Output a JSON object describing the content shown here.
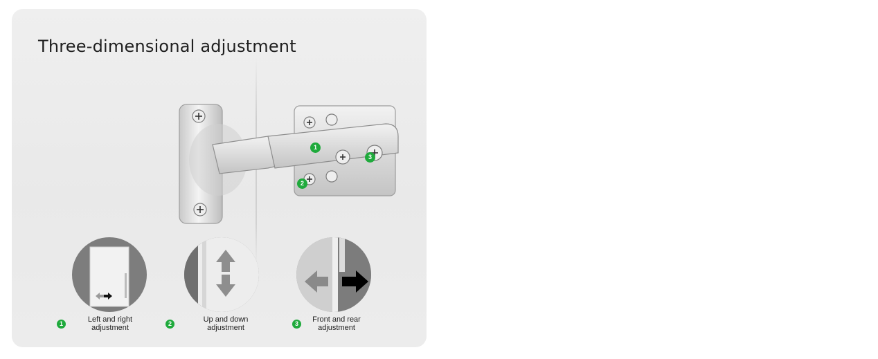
{
  "title": "Three-dimensional adjustment",
  "accent_color": "#1faa3c",
  "callouts": [
    "1",
    "2",
    "3"
  ],
  "steps": [
    {
      "number": "1",
      "line1": "Left and right",
      "line2": "adjustment",
      "icon": "left-right-arrows-icon"
    },
    {
      "number": "2",
      "line1": "Up and down",
      "line2": "adjustment",
      "icon": "up-down-arrows-icon"
    },
    {
      "number": "3",
      "line1": "Front and rear",
      "line2": "adjustment",
      "icon": "front-rear-arrows-icon"
    }
  ]
}
